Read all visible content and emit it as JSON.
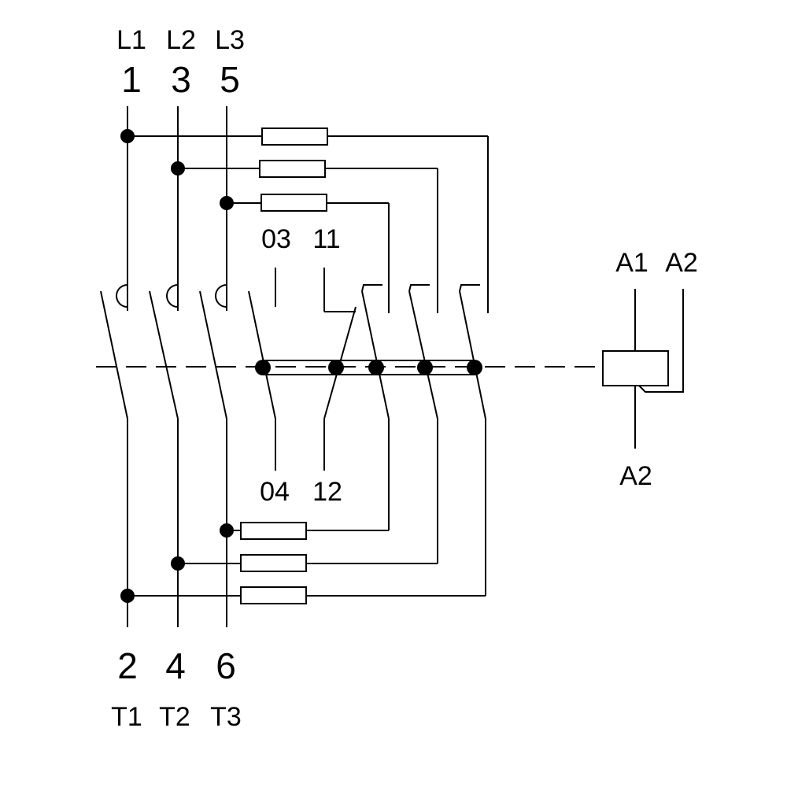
{
  "supply": {
    "phases": [
      {
        "line": "L1",
        "terminal": "1"
      },
      {
        "line": "L2",
        "terminal": "3"
      },
      {
        "line": "L3",
        "terminal": "5"
      }
    ]
  },
  "load": {
    "phases": [
      {
        "terminal": "2",
        "line": "T1"
      },
      {
        "terminal": "4",
        "line": "T2"
      },
      {
        "terminal": "6",
        "line": "T3"
      }
    ]
  },
  "auxiliary": {
    "no_contact": {
      "top": "03",
      "bottom": "04"
    },
    "nc_contact": {
      "top": "11",
      "bottom": "12"
    }
  },
  "coil": {
    "top_left": "A1",
    "top_right": "A2",
    "bottom": "A2"
  }
}
